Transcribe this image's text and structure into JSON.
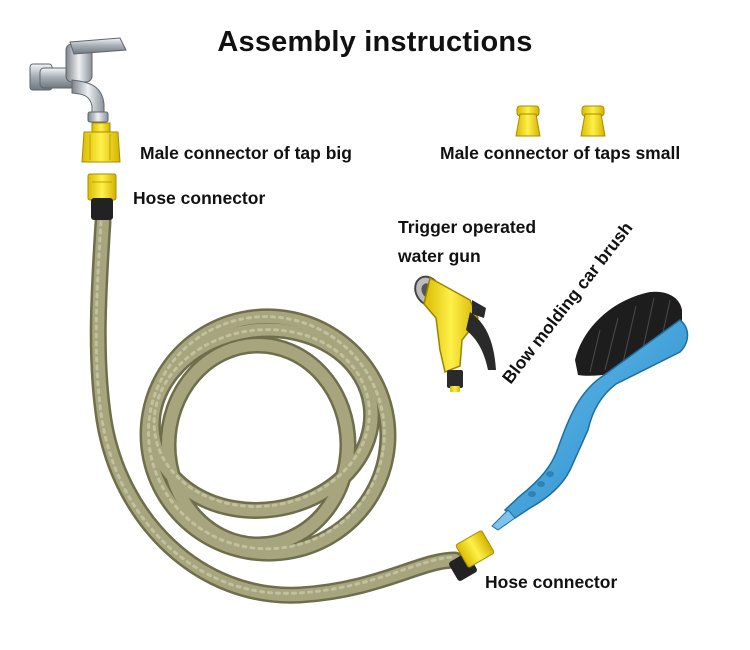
{
  "title": "Assembly instructions",
  "labels": {
    "tap_big": "Male connector of tap big",
    "taps_small": "Male connector of taps small",
    "hose_connector_top": "Hose connector",
    "water_gun_line1": "Trigger operated",
    "water_gun_line2": "water gun",
    "car_brush": "Blow molding car brush",
    "hose_connector_bottom": "Hose connector"
  },
  "colors": {
    "background": "#ffffff",
    "text": "#111111",
    "connector_yellow": "#f5dc0a",
    "hose_green": "#a4a37a",
    "brush_blue": "#3a9fd6",
    "bristles": "#1c1c1c",
    "faucet_chrome": "#c7ccd1"
  },
  "icons": [
    "faucet-icon",
    "tap-connector-icon",
    "hose-connector-icon",
    "water-gun-icon",
    "car-brush-icon",
    "garden-hose-icon"
  ]
}
